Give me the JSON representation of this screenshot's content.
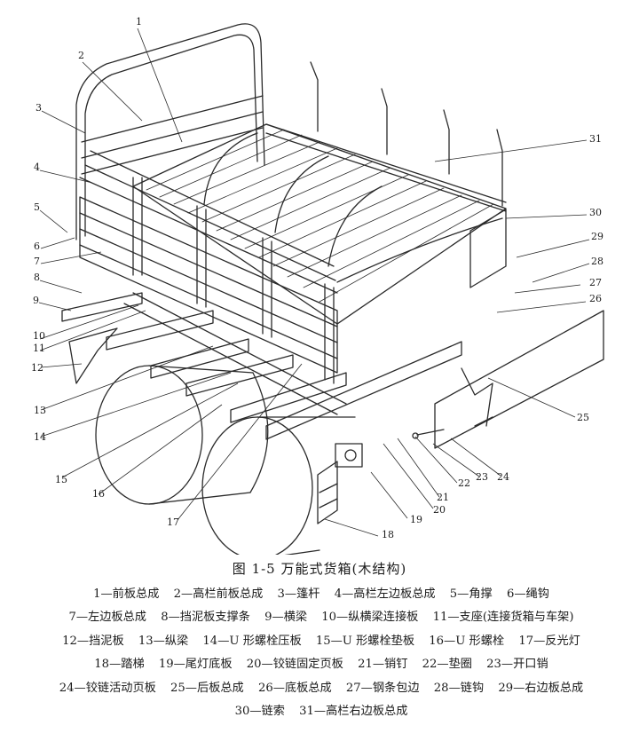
{
  "figure": {
    "caption": "图  1-5    万能式货箱(木结构)",
    "callout_numbers": [
      "1",
      "2",
      "3",
      "4",
      "5",
      "6",
      "7",
      "8",
      "9",
      "10",
      "11",
      "12",
      "13",
      "14",
      "15",
      "16",
      "17",
      "18",
      "19",
      "20",
      "21",
      "22",
      "23",
      "24",
      "25",
      "26",
      "27",
      "28",
      "29",
      "30",
      "31"
    ]
  },
  "legend": [
    "1—前板总成",
    "2—高栏前板总成",
    "3—篷杆",
    "4—高栏左边板总成",
    "5—角撑",
    "6—绳钩",
    "7—左边板总成",
    "8—挡泥板支撑条",
    "9—横梁",
    "10—纵横梁连接板",
    "11—支座(连接货箱与车架)",
    "12—挡泥板",
    "13—纵梁",
    "14—U 形螺栓压板",
    "15—U 形螺栓垫板",
    "16—U 形螺栓",
    "17—反光灯",
    "18—踏梯",
    "19—尾灯底板",
    "20—铰链固定页板",
    "21—销钉",
    "22—垫圈",
    "23—开口销",
    "24—铰链活动页板",
    "25—后板总成",
    "26—底板总成",
    "27—钢条包边",
    "28—链钩",
    "29—右边板总成",
    "30—链索",
    "31—高栏右边板总成"
  ]
}
